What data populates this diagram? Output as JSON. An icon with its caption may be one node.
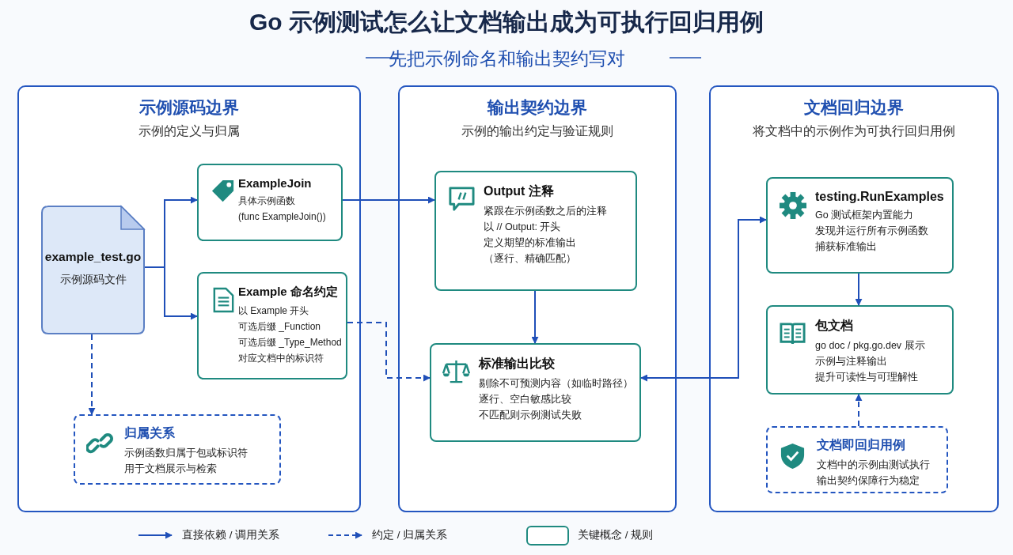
{
  "diagram": {
    "title": "Go 示例测试怎么让文档输出成为可执行回归用例",
    "nodes": [
      {
        "text": [
          "示例源码边界",
          "示例的定义与归属"
        ]
      },
      {
        "text": [
          "example_test.go",
          "示例源码文件"
        ],
        "in": 0
      },
      {
        "text": [
          "ExampleJoin",
          "具体示例函数",
          "(func ExampleJoin())"
        ],
        "in": 0
      },
      {
        "text": [
          "Example 命名约定",
          "以 Example 开头",
          "可选后缀 _Function",
          "可选后缀 _Type_Method",
          "对应文档中的标识符"
        ],
        "in": 0
      },
      {
        "text": [
          "归属关系",
          "示例函数归属于包或标识符",
          "用于文档展示与检索"
        ],
        "in": 0
      },
      {
        "text": [
          "输出契约边界",
          "示例的输出约定与验证规则"
        ]
      },
      {
        "text": [
          "Output 注释",
          "紧跟在示例函数之后的注释",
          "以 // Output: 开头",
          "定义期望的标准输出",
          "（逐行、精确匹配）"
        ],
        "in": 5
      },
      {
        "text": [
          "标准输出比较",
          "剔除不可预测内容（如临时路径）",
          "逐行、空白敏感比较",
          "不匹配则示例测试失败"
        ],
        "in": 5
      },
      {
        "text": [
          "文档回归边界",
          "将文档中的示例作为可执行回归用例"
        ]
      },
      {
        "text": [
          "testing.RunExamples",
          "Go 测试框架内置能力",
          "发现并运行所有示例函数",
          "捕获标准输出"
        ],
        "in": 8
      },
      {
        "text": [
          "包文档",
          "go doc / pkg.go.dev 展示",
          "示例与注释输出",
          "提升可读性与可理解性"
        ],
        "in": 8
      },
      {
        "text": [
          "文档即回归用例",
          "文档中的示例由测试执行",
          "输出契约保障行为稳定"
        ],
        "in": 8
      }
    ],
    "edges": [
      {
        "from": 1,
        "to": 2,
        "arrow": "to"
      },
      {
        "from": 1,
        "to": 3,
        "arrow": "to"
      },
      {
        "from": 1,
        "to": 4,
        "arrow": "to",
        "style": "dashed"
      },
      {
        "from": 2,
        "to": 6,
        "arrow": "to"
      },
      {
        "from": 3,
        "to": 7,
        "arrow": "to",
        "style": "dashed"
      },
      {
        "from": 6,
        "to": 7,
        "arrow": "to"
      },
      {
        "from": 7,
        "to": 9,
        "arrow": "both"
      },
      {
        "from": 9,
        "to": 10,
        "arrow": "to"
      },
      {
        "from": 11,
        "to": 10,
        "arrow": "to",
        "style": "dashed"
      }
    ],
    "labels": [
      "先把示例命名和输出契约写对"
    ],
    "legend": [
      {
        "text": "直接依赖 / 调用关系"
      },
      {
        "text": "约定 / 归属关系"
      },
      {
        "text": "关键概念 / 规则"
      }
    ]
  }
}
